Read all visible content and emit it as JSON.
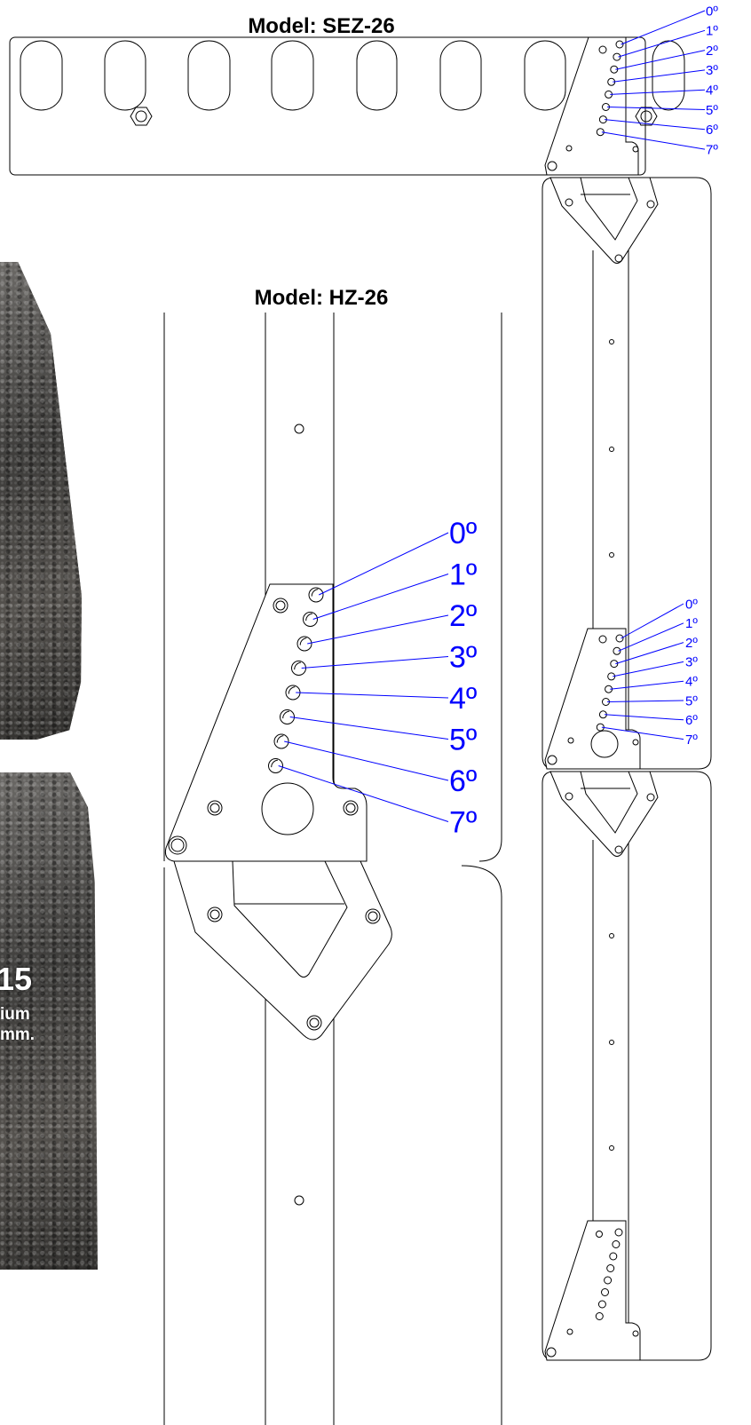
{
  "titles": {
    "sez": "Model: SEZ-26",
    "hz": "Model: HZ-26"
  },
  "angles": [
    "0º",
    "1º",
    "2º",
    "3º",
    "4º",
    "5º",
    "6º",
    "7º"
  ],
  "photo_caption": {
    "number": "15",
    "line1": "ium",
    "line2": "mm."
  },
  "colors": {
    "line": "#000000",
    "annotation": "#0000ff",
    "photo": "#3e3d3b"
  }
}
